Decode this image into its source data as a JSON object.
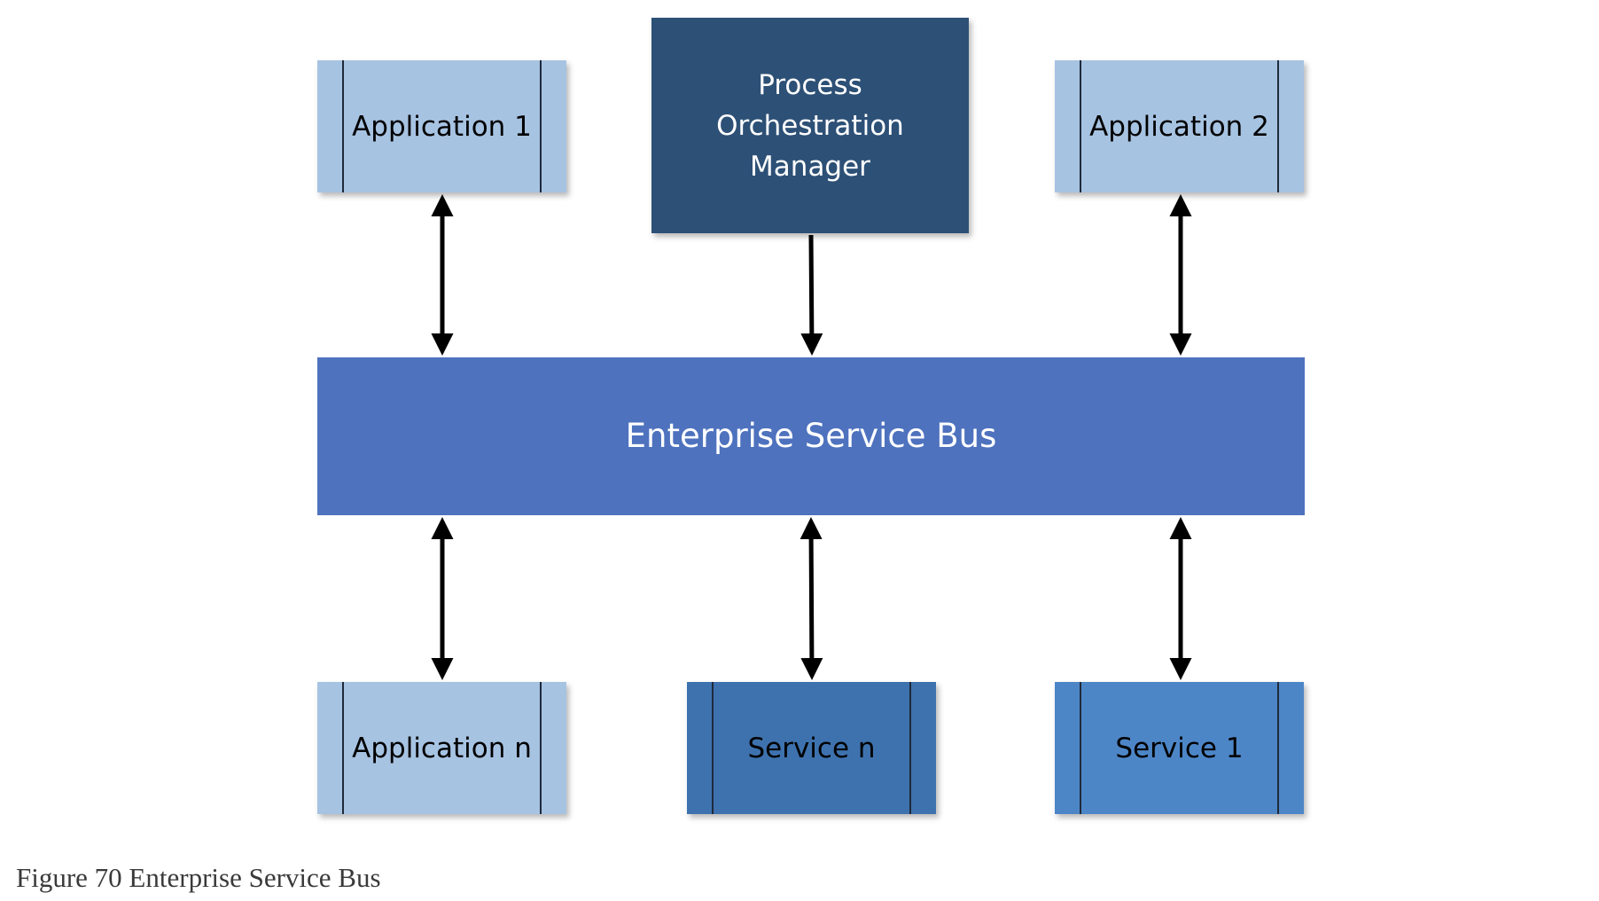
{
  "diagram": {
    "nodes": {
      "application_1": {
        "label": "Application 1",
        "color": "#a7c3e2"
      },
      "process_orchestration_manager": {
        "label": "Process Orchestration Manager",
        "color": "#2d5076"
      },
      "application_2": {
        "label": "Application 2",
        "color": "#a7c3e2"
      },
      "enterprise_service_bus": {
        "label": "Enterprise Service Bus",
        "color": "#4e72be"
      },
      "application_n": {
        "label": "Application n",
        "color": "#a7c3e2"
      },
      "service_n": {
        "label": "Service n",
        "color": "#3e72ae"
      },
      "service_1": {
        "label": "Service 1",
        "color": "#4d86c7"
      }
    },
    "edges": [
      {
        "from": "application_1",
        "to": "enterprise_service_bus",
        "direction": "both"
      },
      {
        "from": "process_orchestration_manager",
        "to": "enterprise_service_bus",
        "direction": "forward"
      },
      {
        "from": "application_2",
        "to": "enterprise_service_bus",
        "direction": "both"
      },
      {
        "from": "enterprise_service_bus",
        "to": "application_n",
        "direction": "both"
      },
      {
        "from": "enterprise_service_bus",
        "to": "service_n",
        "direction": "both"
      },
      {
        "from": "enterprise_service_bus",
        "to": "service_1",
        "direction": "both"
      }
    ],
    "arrow_color": "#000000"
  },
  "caption": "Figure 70 Enterprise Service Bus"
}
